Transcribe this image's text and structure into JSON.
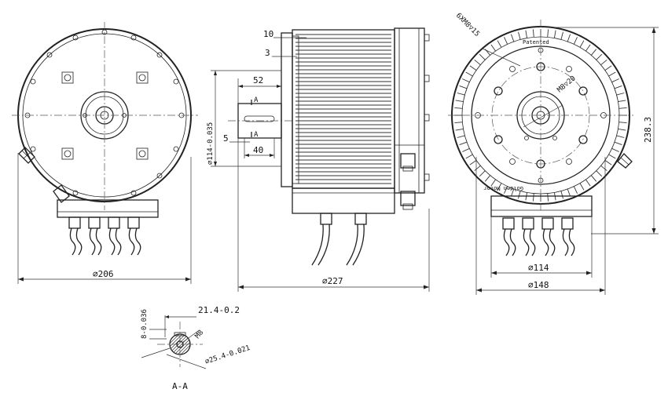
{
  "drawing": {
    "left_view": {
      "dim_diameter": "⌀206"
    },
    "side_view": {
      "part_labels": [
        "10",
        "3",
        "5"
      ],
      "dim_length": "⌀227",
      "dim_shaft_length": "52",
      "dim_key_length": "40",
      "dim_flange": "⌀114-0.035",
      "section_mark": "A"
    },
    "right_view": {
      "callout_holes": "6XM8▽15",
      "callout_center": "M8▽20",
      "ring_text_top": "Patented",
      "ring_text_bottom": "Golden Motor",
      "dim_height": "238.3",
      "dim_inner": "⌀114",
      "dim_outer": "⌀148"
    },
    "section_view": {
      "title": "A-A",
      "dim_width": "21.4-0.2",
      "dim_key": "8-0.036",
      "dim_shaft": "⌀25.4-0.021",
      "dim_thread": "M8"
    }
  }
}
